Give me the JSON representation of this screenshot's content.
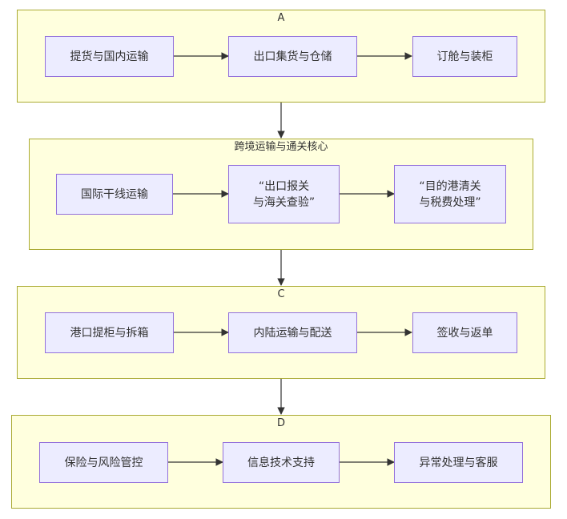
{
  "clusters": {
    "a": {
      "title": "A"
    },
    "b": {
      "title": "跨境运输与通关核心"
    },
    "c": {
      "title": "C"
    },
    "d": {
      "title": "D"
    }
  },
  "nodes": {
    "a1": "提货与国内运输",
    "a2": "出口集货与仓储",
    "a3": "订舱与装柜",
    "b1": "国际干线运输",
    "b2": "“出口报关\n与海关查验”",
    "b3": "“目的港清关\n与税费处理”",
    "c1": "港口提柜与拆箱",
    "c2": "内陆运输与配送",
    "c3": "签收与返单",
    "d1": "保险与风险管控",
    "d2": "信息技术支持",
    "d3": "异常处理与客服"
  },
  "colors": {
    "cluster_fill": "#ffffde",
    "cluster_border": "#aaaa33",
    "node_fill": "#ececff",
    "node_border": "#9370db",
    "edge": "#333333"
  }
}
